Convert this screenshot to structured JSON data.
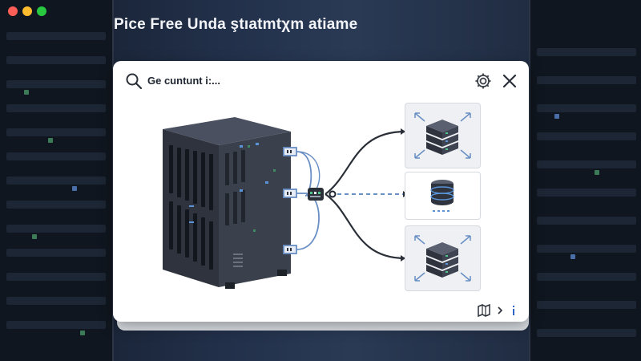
{
  "window": {
    "title": "Pice Free Unda ştıatmtχm atiame",
    "controls": [
      "close",
      "minimize",
      "zoom"
    ]
  },
  "dialog": {
    "search_label": "Ge cuntunt i:...",
    "toolbar_icons": [
      "gear-icon",
      "close-icon"
    ],
    "footer_icons": [
      "map-icon",
      "chevron-right-icon",
      "info-icon"
    ]
  },
  "diagram": {
    "main_node": "server-tower",
    "router_node": "switch",
    "targets": [
      "server-stack-top",
      "database-middle",
      "server-stack-bottom"
    ]
  },
  "colors": {
    "close": "#ff5f57",
    "minimize": "#febc2e",
    "zoom": "#28c840",
    "line": "#2a2f38",
    "link": "#6a8fc4"
  }
}
